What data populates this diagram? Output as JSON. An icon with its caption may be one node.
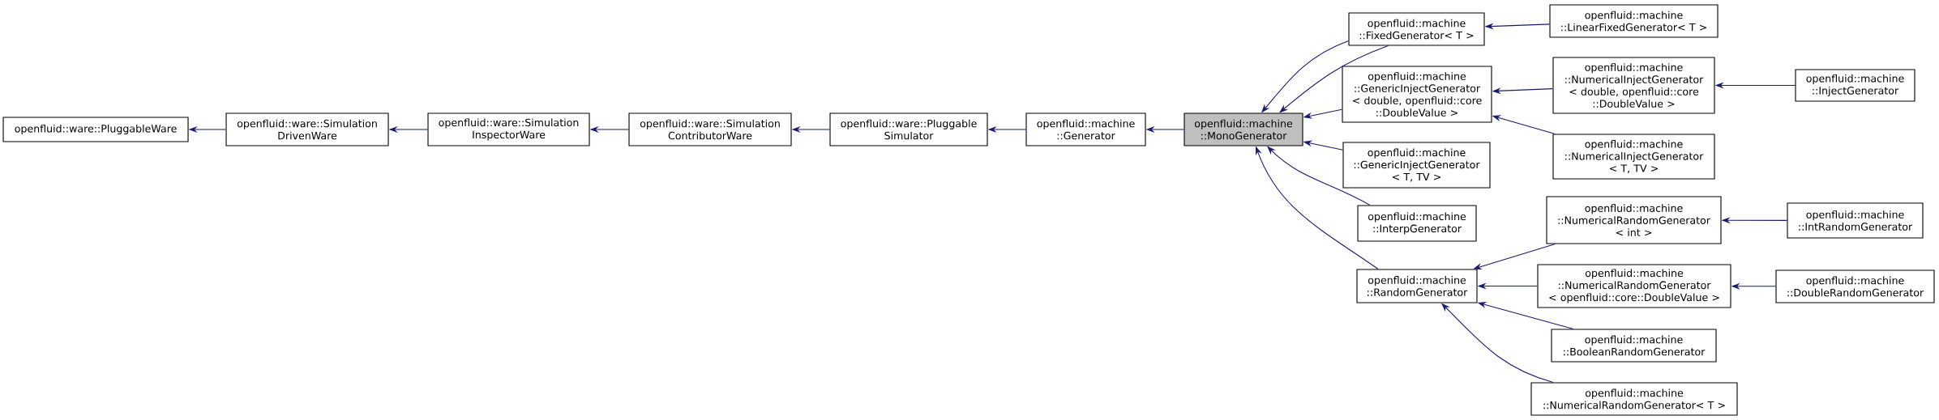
{
  "diagram": {
    "nodes": [
      {
        "text": [
          "openfluid::ware::PluggableWare"
        ]
      },
      {
        "text": [
          "openfluid::ware::Simulation DrivenWare"
        ]
      },
      {
        "text": [
          "openfluid::ware::Simulation InspectorWare"
        ]
      },
      {
        "text": [
          "openfluid::ware::Simulation ContributorWare"
        ]
      },
      {
        "text": [
          "openfluid::ware::Pluggable Simulator"
        ]
      },
      {
        "text": [
          "openfluid::machine ::Generator"
        ]
      },
      {
        "text": [
          "openfluid::machine ::MonoGenerator"
        ]
      },
      {
        "text": [
          "openfluid::machine ::FixedGenerator< T >"
        ]
      },
      {
        "text": [
          "openfluid::machine ::LinearFixedGenerator< T >"
        ]
      },
      {
        "text": [
          "openfluid::machine ::GenericInjectGenerator < double, openfluid::core ::DoubleValue >"
        ]
      },
      {
        "text": [
          "openfluid::machine ::NumericalInjectGenerator < double, openfluid::core ::DoubleValue >"
        ]
      },
      {
        "text": [
          "openfluid::machine ::InjectGenerator"
        ]
      },
      {
        "text": [
          "openfluid::machine ::GenericInjectGenerator < T, TV >"
        ]
      },
      {
        "text": [
          "openfluid::machine ::NumericalInjectGenerator < T, TV >"
        ]
      },
      {
        "text": [
          "openfluid::machine ::InterpGenerator"
        ]
      },
      {
        "text": [
          "openfluid::machine ::RandomGenerator"
        ]
      },
      {
        "text": [
          "openfluid::machine ::NumericalRandomGenerator < int >"
        ]
      },
      {
        "text": [
          "openfluid::machine ::IntRandomGenerator"
        ]
      },
      {
        "text": [
          "openfluid::machine ::NumericalRandomGenerator < openfluid::core::DoubleValue >"
        ]
      },
      {
        "text": [
          "openfluid::machine ::DoubleRandomGenerator"
        ]
      },
      {
        "text": [
          "openfluid::machine ::BooleanRandomGenerator"
        ]
      },
      {
        "text": [
          "openfluid::machine ::NumericalRandomGenerator< T >"
        ]
      }
    ],
    "edges": [
      {
        "from": 1,
        "to": 0,
        "arrow": "to"
      },
      {
        "from": 2,
        "to": 1,
        "arrow": "to"
      },
      {
        "from": 3,
        "to": 2,
        "arrow": "to"
      },
      {
        "from": 4,
        "to": 3,
        "arrow": "to"
      },
      {
        "from": 5,
        "to": 4,
        "arrow": "to"
      },
      {
        "from": 6,
        "to": 5,
        "arrow": "to"
      },
      {
        "from": 7,
        "to": 6,
        "arrow": "to"
      },
      {
        "from": 7,
        "to": 6,
        "arrow": "to"
      },
      {
        "from": 8,
        "to": 7,
        "arrow": "to"
      },
      {
        "from": 9,
        "to": 6,
        "arrow": "to"
      },
      {
        "from": 10,
        "to": 9,
        "arrow": "to"
      },
      {
        "from": 11,
        "to": 10,
        "arrow": "to"
      },
      {
        "from": 12,
        "to": 6,
        "arrow": "to"
      },
      {
        "from": 13,
        "to": 9,
        "arrow": "to"
      },
      {
        "from": 14,
        "to": 6,
        "arrow": "to"
      },
      {
        "from": 15,
        "to": 6,
        "arrow": "to"
      },
      {
        "from": 16,
        "to": 15,
        "arrow": "to"
      },
      {
        "from": 17,
        "to": 16,
        "arrow": "to"
      },
      {
        "from": 18,
        "to": 15,
        "arrow": "to"
      },
      {
        "from": 19,
        "to": 18,
        "arrow": "to"
      },
      {
        "from": 20,
        "to": 15,
        "arrow": "to"
      },
      {
        "from": 21,
        "to": 15,
        "arrow": "to"
      }
    ]
  }
}
